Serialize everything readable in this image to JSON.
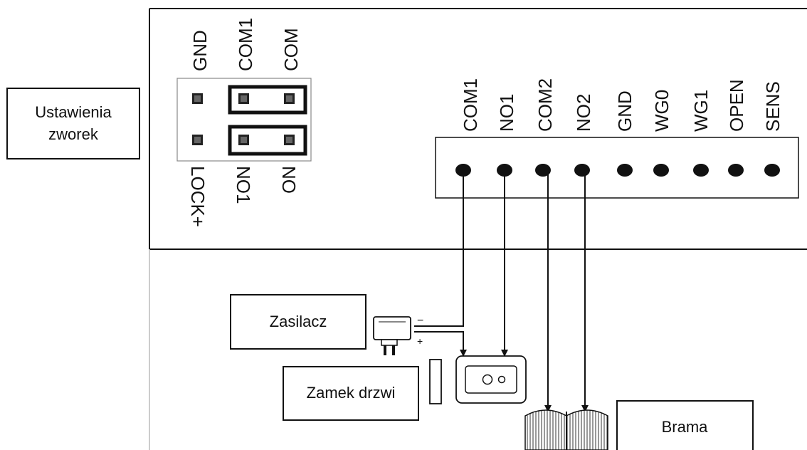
{
  "callouts": {
    "jumper_settings_line1": "Ustawienia",
    "jumper_settings_line2": "zworek",
    "power_supply": "Zasilacz",
    "door_lock": "Zamek drzwi",
    "gate": "Brama"
  },
  "jumper_block": {
    "top_labels": [
      "GND",
      "COM1",
      "COM"
    ],
    "bottom_labels": [
      "LOCK+",
      "NO1",
      "NO"
    ]
  },
  "terminal_block": {
    "pins": [
      "COM1",
      "NO1",
      "COM2",
      "NO2",
      "GND",
      "WG0",
      "WG1",
      "OPEN",
      "SENS"
    ]
  },
  "power_supply_polarity": {
    "minus": "−",
    "plus": "+"
  }
}
